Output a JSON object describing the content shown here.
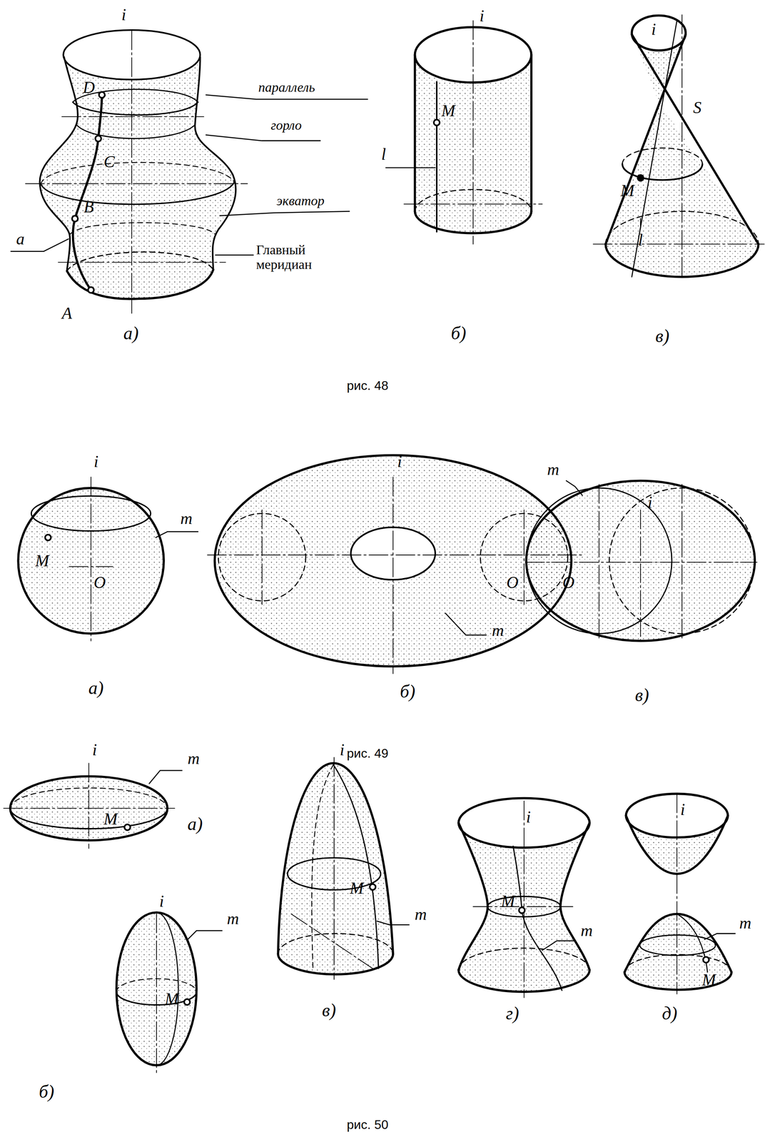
{
  "diagram": {
    "labels": [
      "i",
      "D",
      "C",
      "B",
      "A",
      "a",
      "параллель",
      "горло",
      "экватор",
      "Главный меридиан",
      "а)",
      "i",
      "M",
      "l",
      "б)",
      "i",
      "S",
      "M",
      "l",
      "в)",
      "рис. 48",
      "i",
      "m",
      "M",
      "O",
      "а)",
      "i",
      "O",
      "m",
      "б)",
      "m",
      "i",
      "O",
      "в)",
      "рис. 49",
      "i",
      "m",
      "M",
      "а)",
      "i",
      "m",
      "M",
      "б)",
      "i",
      "M",
      "m",
      "в)",
      "i",
      "M",
      "m",
      "г)",
      "i",
      "m",
      "M",
      "д)",
      "рис. 50"
    ]
  }
}
